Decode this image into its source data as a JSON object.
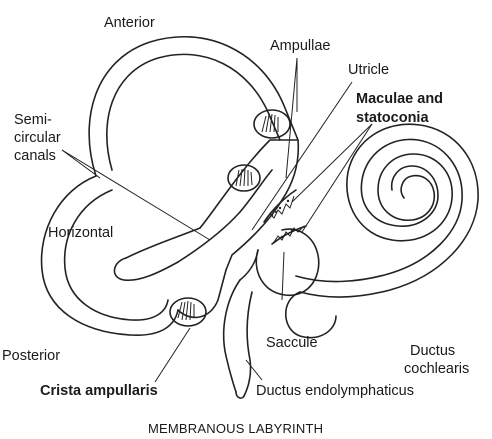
{
  "labels": {
    "anterior": "Anterior",
    "ampullae": "Ampullae",
    "utricle": "Utricle",
    "maculae_line1": "Maculae and",
    "maculae_line2": "statoconia",
    "semi_line1": "Semi-",
    "semi_line2": "circular",
    "semi_line3": "canals",
    "horizontal": "Horizontal",
    "posterior": "Posterior",
    "saccule": "Saccule",
    "ductus_line1": "Ductus",
    "ductus_line2": "cochlearis",
    "crista": "Crista ampullaris",
    "endolymph": "Ductus endolymphaticus"
  },
  "caption": "MEMBRANOUS LABYRINTH"
}
